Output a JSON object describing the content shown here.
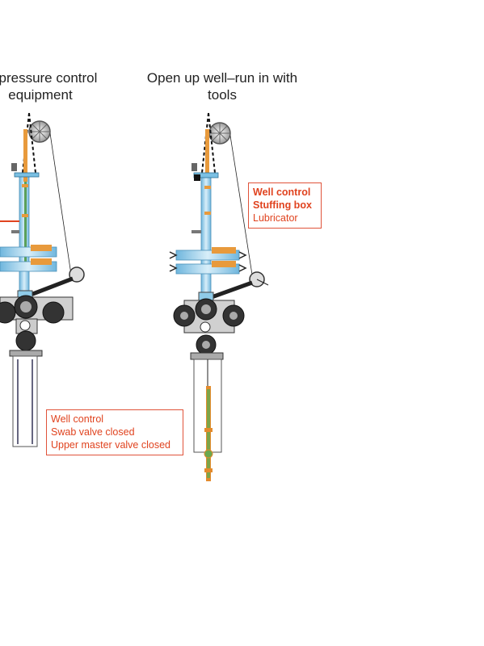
{
  "titles": {
    "left": "of pressure control\nequipment",
    "right": "Open up well–run in with\ntools"
  },
  "callouts": {
    "well_control": {
      "lines": [
        "Well control",
        "Swab valve closed",
        "Upper master valve closed"
      ]
    },
    "stuffing_box": {
      "lines": [
        "Well control",
        "Stuffing box",
        "Lubricator"
      ]
    }
  },
  "colors": {
    "accent": "#e0431f",
    "pipe": "#a9d6ee",
    "valve_orange": "#e89a3c",
    "wellhead_dark": "#2b2b2b",
    "tool_string": "#e38b2d"
  }
}
